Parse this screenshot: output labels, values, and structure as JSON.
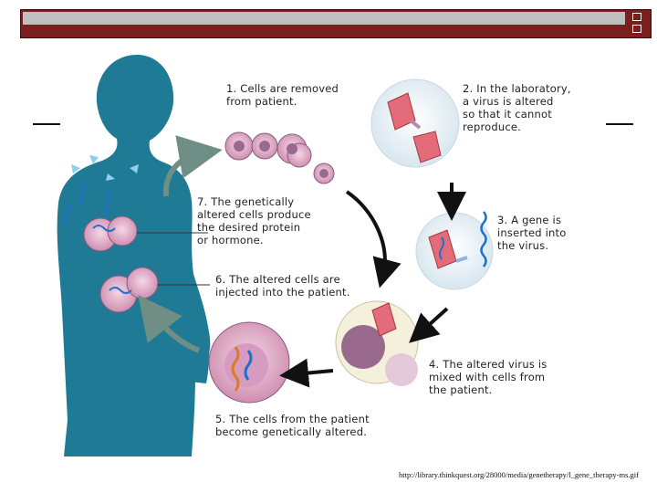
{
  "steps": [
    {
      "num": "1.",
      "text": "Cells are removed\nfrom patient."
    },
    {
      "num": "2.",
      "text": "In the laboratory,\na virus is altered\nso that it cannot\nreproduce."
    },
    {
      "num": "3.",
      "text": "A gene is\ninserted into\nthe virus."
    },
    {
      "num": "4.",
      "text": "The altered virus is\nmixed with cells from\nthe patient."
    },
    {
      "num": "5.",
      "text": "The cells from the patient\nbecome genetically altered."
    },
    {
      "num": "6.",
      "text": "The altered cells are\ninjected into the patient."
    },
    {
      "num": "7.",
      "text": "The genetically\naltered cells produce\nthe desired protein\nor hormone."
    }
  ],
  "source": "http://library.thinkquest.org/28000/media/genetherapy/l_gene_therapy-ms.gif",
  "colors": {
    "header_bar": "#7a1e1e",
    "header_inner": "#bfbfbf",
    "body_silhouette": "#1f7a96",
    "cell_pink": "#e9b7d0",
    "cell_nucleus": "#9a6a8e",
    "arrow_gray": "#6f8f86",
    "arrow_black": "#111111"
  }
}
